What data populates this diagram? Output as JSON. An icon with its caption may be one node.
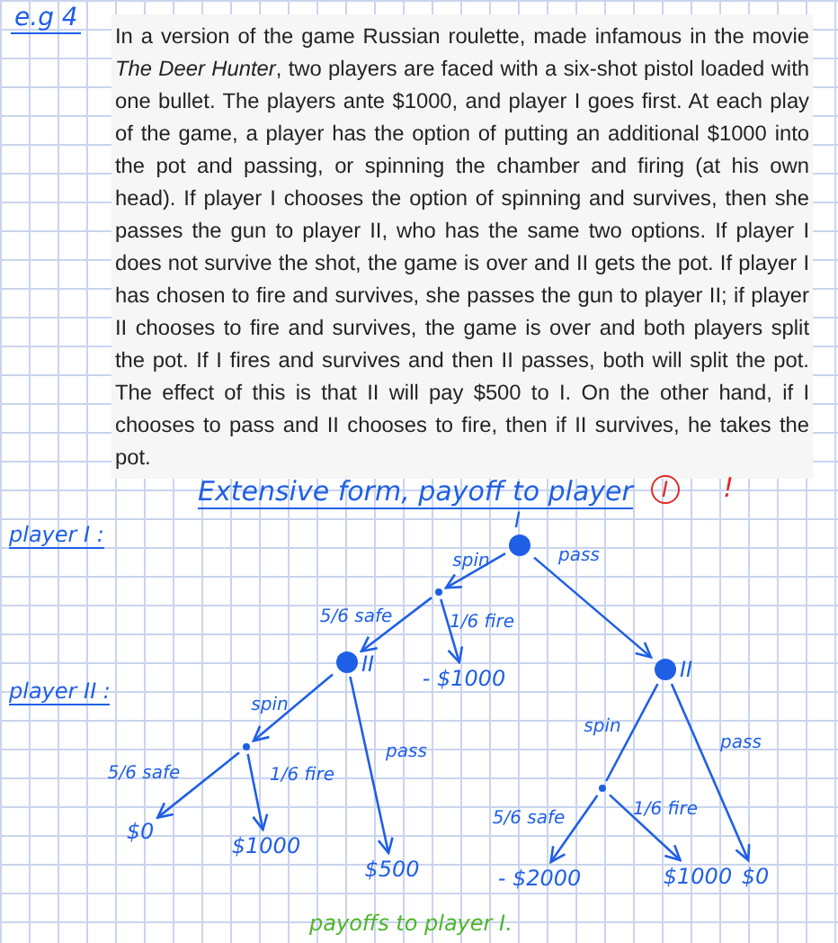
{
  "diagram": {
    "title": "e.g 4",
    "nodes": [
      {
        "text": [],
        "shape": "circle",
        "beside": [
          "I"
        ]
      },
      {
        "text": [],
        "shape": "circle"
      },
      {
        "text": [
          "- $1000"
        ]
      },
      {
        "text": [],
        "shape": "circle",
        "beside": [
          "II"
        ]
      },
      {
        "text": [],
        "shape": "circle"
      },
      {
        "text": [
          "$0"
        ]
      },
      {
        "text": [
          "$1000"
        ]
      },
      {
        "text": [
          "$500"
        ]
      },
      {
        "text": [],
        "shape": "circle",
        "beside": [
          "II"
        ]
      },
      {
        "text": [],
        "shape": "circle"
      },
      {
        "text": [
          "- $2000"
        ]
      },
      {
        "text": [
          "$1000"
        ]
      },
      {
        "text": [
          "$0"
        ]
      }
    ],
    "edges": [
      {
        "from": 0,
        "to": 1,
        "arrow": "to",
        "label": "spin"
      },
      {
        "from": 1,
        "to": 3,
        "arrow": "to",
        "label": "5/6 safe"
      },
      {
        "from": 1,
        "to": 2,
        "arrow": "to",
        "label": "1/6 fire"
      },
      {
        "from": 3,
        "to": 4,
        "arrow": "to",
        "label": "spin"
      },
      {
        "from": 4,
        "to": 5,
        "arrow": "to",
        "label": "5/6 safe"
      },
      {
        "from": 4,
        "to": 6,
        "arrow": "to",
        "label": "1/6 fire"
      },
      {
        "from": 3,
        "to": 7,
        "arrow": "to",
        "label": "pass"
      },
      {
        "from": 0,
        "to": 8,
        "arrow": "to",
        "label": "pass"
      },
      {
        "from": 8,
        "to": 9,
        "arrow": "none",
        "label": "spin"
      },
      {
        "from": 9,
        "to": 10,
        "arrow": "to",
        "label": "5/6 safe"
      },
      {
        "from": 9,
        "to": 11,
        "arrow": "to",
        "label": "1/6 fire"
      },
      {
        "from": 8,
        "to": 12,
        "arrow": "to",
        "label": "pass"
      }
    ],
    "labels": [
      "In a version of the game Russian roulette, made infamous in the movie *The Deer Hunter*, two players are faced with a six-shot pistol loaded with one bullet. The players ante $1000, and player I goes first. At each play of the game, a player has the option of putting an additional $1000 into the pot and passing, or spinning the chamber and firing (at his own head). If player I chooses the option of spinning and survives, then she passes the gun to player II, who has the same two options. If player I does not survive the shot, the game is over and II gets the pot. If player I has chosen to fire and survives, she passes the gun to player II; if player II chooses to fire and survives, the game is over and both players split the pot. If I fires and survives and then II passes, both will split the pot. The effect of this is that II will pay $500 to I. On the other hand, if I chooses to pass and II chooses to fire, then if II survives, he takes the pot.",
      "Extensive form, payoff to player",
      "I",
      "!",
      "player I :",
      "player II :"
    ],
    "caption": "payoffs to player I."
  }
}
